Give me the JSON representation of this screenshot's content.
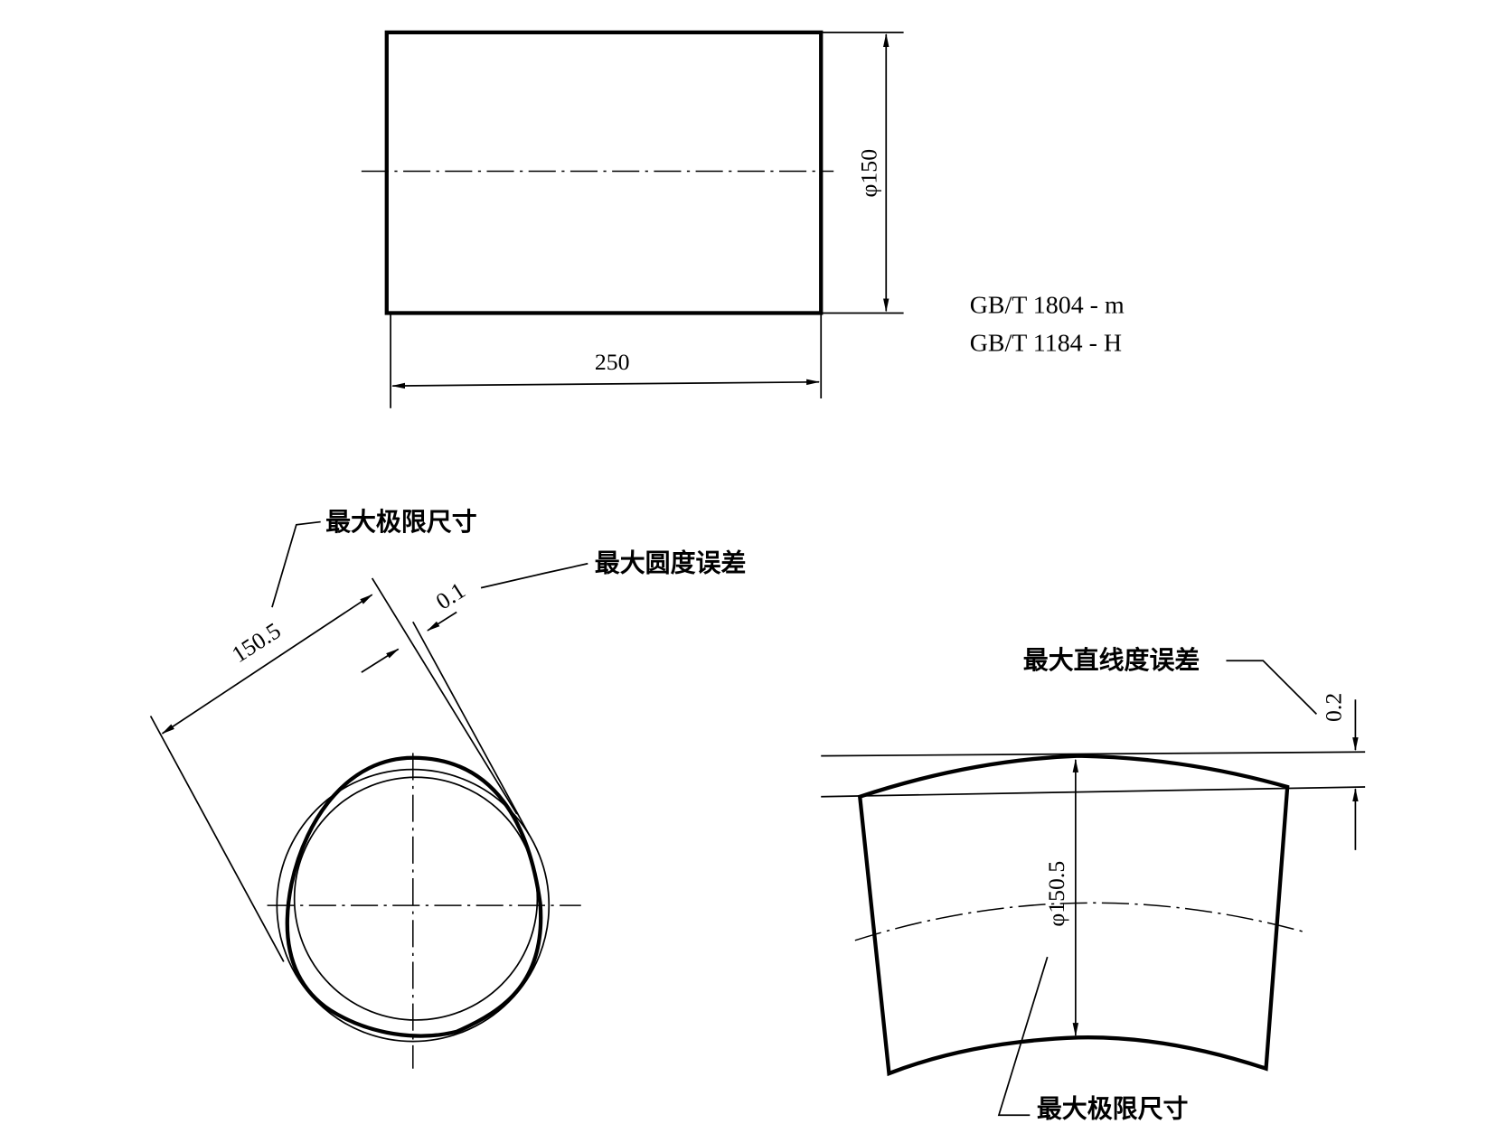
{
  "top_view": {
    "diameter_label": "φ150",
    "length_label": "250"
  },
  "standards": [
    "GB/T 1804 - m",
    "GB/T 1184 - H"
  ],
  "circle_view": {
    "max_limit_label": "最大极限尺寸",
    "max_limit_value": "150.5",
    "roundness_label": "最大圆度误差",
    "roundness_value": "0.1"
  },
  "side_view": {
    "straightness_label": "最大直线度误差",
    "straightness_value": "0.2",
    "diameter_value": "φ150.5",
    "max_limit_label": "最大极限尺寸"
  }
}
